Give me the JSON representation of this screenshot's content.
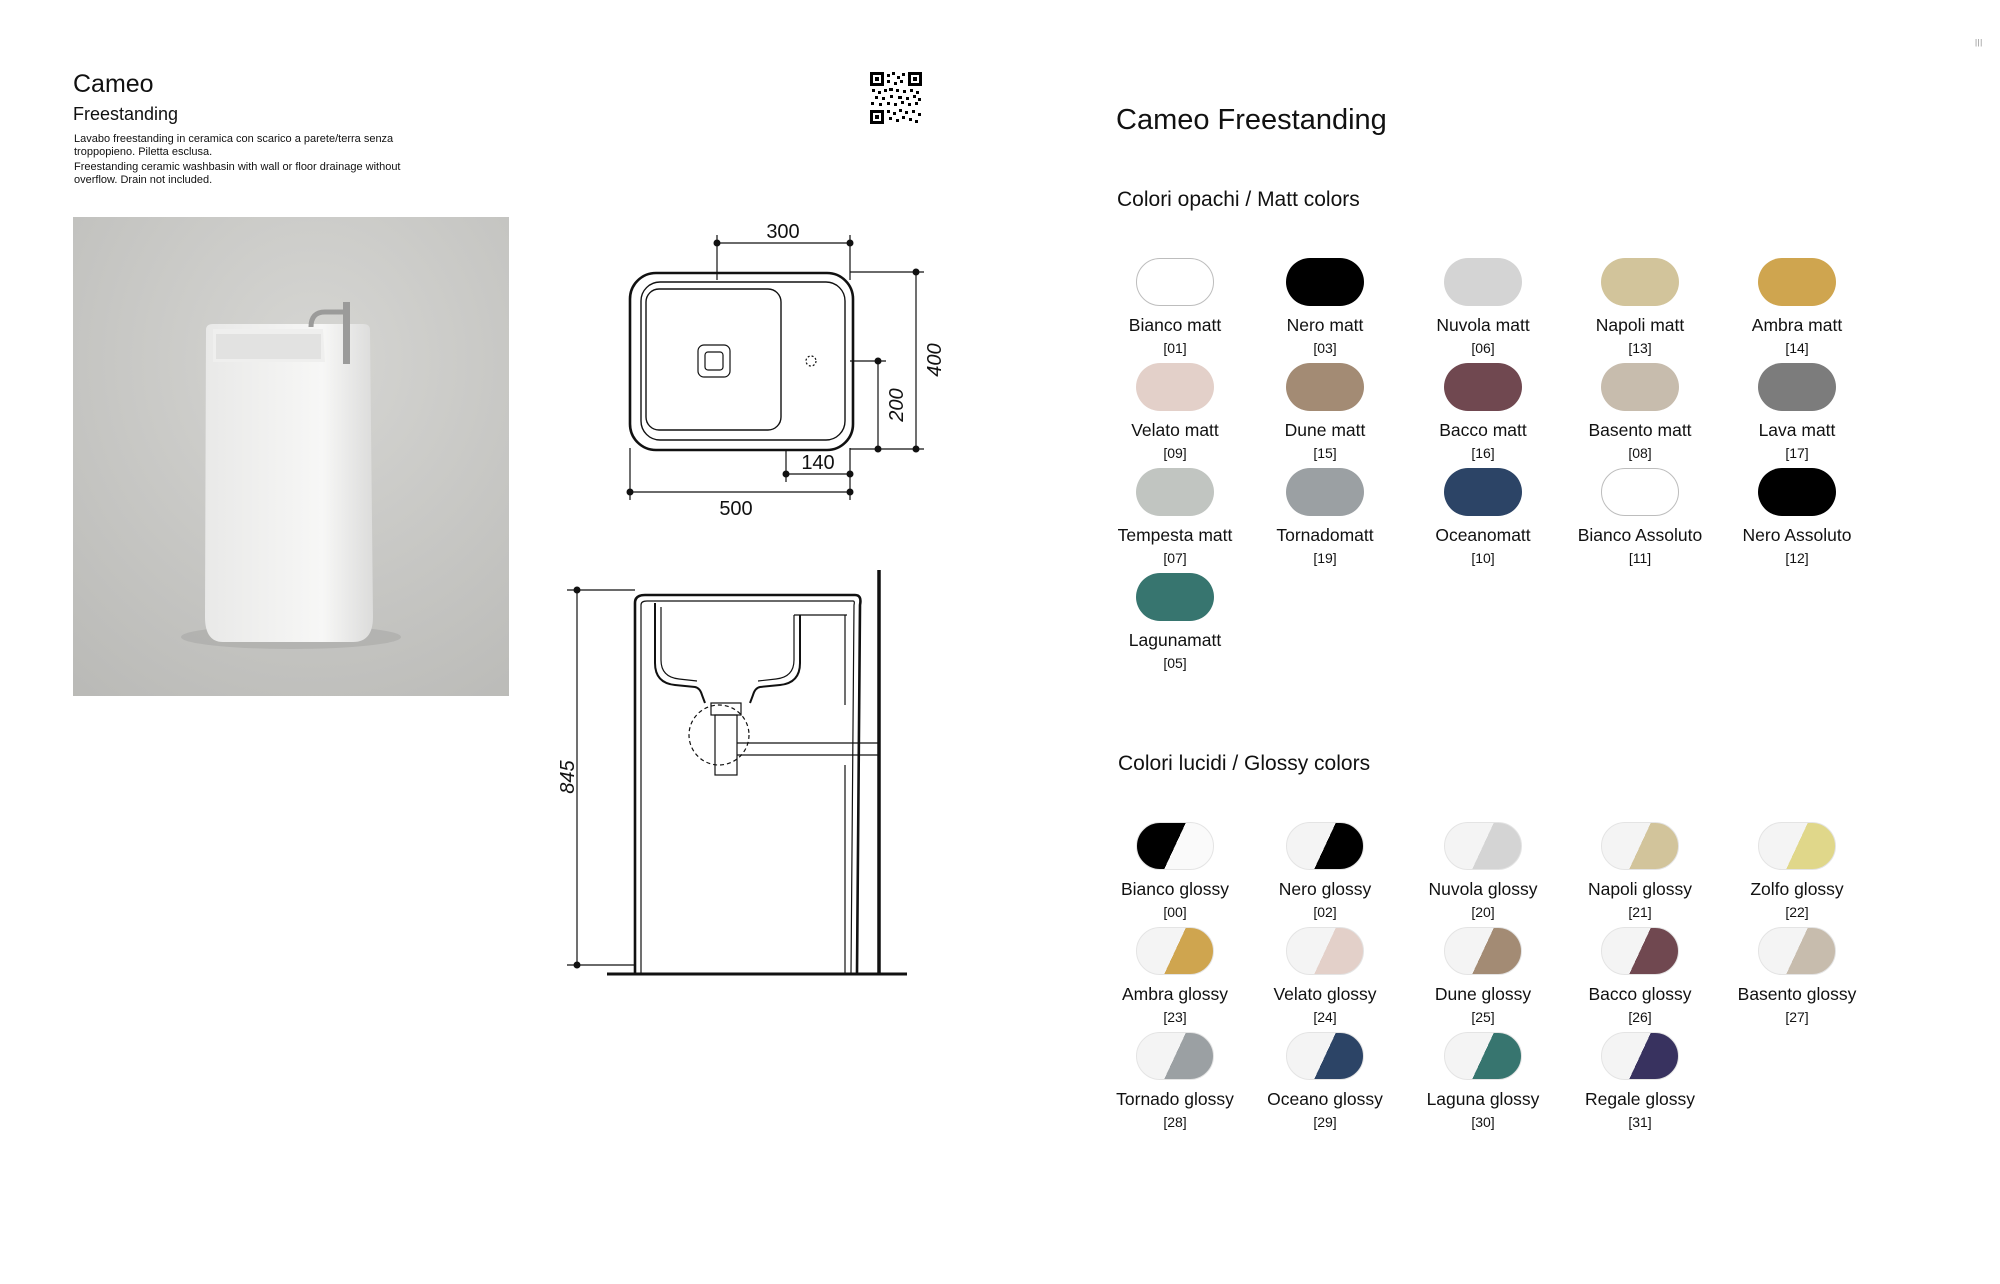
{
  "product": {
    "title": "Cameo",
    "subtitle": "Freestanding",
    "description_it": "Lavabo freestanding in ceramica con scarico a parete/terra senza troppopieno. Piletta esclusa.",
    "description_en": "Freestanding ceramic washbasin with wall or floor drainage without overflow. Drain not included."
  },
  "drawing": {
    "top_view": {
      "width": "500",
      "depth": "400",
      "bowl_width": "300",
      "side_depth": "200",
      "tap_offset": "140"
    },
    "side_view": {
      "height": "845"
    }
  },
  "colors_title": "Cameo Freestanding",
  "matt": {
    "title": "Colori opachi / Matt colors",
    "items": [
      {
        "name": "Bianco matt",
        "code": "[01]",
        "color": "#ffffff",
        "outline": true
      },
      {
        "name": "Nero matt",
        "code": "[03]",
        "color": "#000000"
      },
      {
        "name": "Nuvola matt",
        "code": "[06]",
        "color": "#d4d4d4"
      },
      {
        "name": "Napoli matt",
        "code": "[13]",
        "color": "#d2c49b"
      },
      {
        "name": "Ambra matt",
        "code": "[14]",
        "color": "#cfa54f"
      },
      {
        "name": "Velato matt",
        "code": "[09]",
        "color": "#e3d0c9"
      },
      {
        "name": "Dune matt",
        "code": "[15]",
        "color": "#a38b74"
      },
      {
        "name": "Bacco matt",
        "code": "[16]",
        "color": "#704850"
      },
      {
        "name": "Basento matt",
        "code": "[08]",
        "color": "#c7bcad"
      },
      {
        "name": "Lava matt",
        "code": "[17]",
        "color": "#7c7c7c"
      },
      {
        "name": "Tempesta matt",
        "code": "[07]",
        "color": "#c1c5c1"
      },
      {
        "name": "Tornadomatt",
        "code": "[19]",
        "color": "#9ba0a3"
      },
      {
        "name": "Oceanomatt",
        "code": "[10]",
        "color": "#2c4466"
      },
      {
        "name": "Bianco Assoluto",
        "code": "[11]",
        "color": "#ffffff",
        "outline": true
      },
      {
        "name": "Nero Assoluto",
        "code": "[12]",
        "color": "#000000"
      },
      {
        "name": "Lagunamatt",
        "code": "[05]",
        "color": "#37756f"
      }
    ]
  },
  "glossy": {
    "title": "Colori lucidi / Glossy colors",
    "left_color": "#f4f4f4",
    "items": [
      {
        "name": "Bianco glossy",
        "code": "[00]",
        "color": "#fafafa",
        "left": "#000000"
      },
      {
        "name": "Nero glossy",
        "code": "[02]",
        "color": "#000000"
      },
      {
        "name": "Nuvola glossy",
        "code": "[20]",
        "color": "#d4d4d4"
      },
      {
        "name": "Napoli glossy",
        "code": "[21]",
        "color": "#d2c49b"
      },
      {
        "name": "Zolfo glossy",
        "code": "[22]",
        "color": "#e0d78a"
      },
      {
        "name": "Ambra glossy",
        "code": "[23]",
        "color": "#cfa54f"
      },
      {
        "name": "Velato glossy",
        "code": "[24]",
        "color": "#e3d0c9"
      },
      {
        "name": "Dune glossy",
        "code": "[25]",
        "color": "#a38b74"
      },
      {
        "name": "Bacco glossy",
        "code": "[26]",
        "color": "#704850"
      },
      {
        "name": "Basento glossy",
        "code": "[27]",
        "color": "#c7bcad"
      },
      {
        "name": "Tornado glossy",
        "code": "[28]",
        "color": "#9ba0a3"
      },
      {
        "name": "Oceano glossy",
        "code": "[29]",
        "color": "#2c4466"
      },
      {
        "name": "Laguna glossy",
        "code": "[30]",
        "color": "#37756f"
      },
      {
        "name": "Regale glossy",
        "code": "[31]",
        "color": "#38325f"
      }
    ]
  },
  "page_mark": "|||"
}
